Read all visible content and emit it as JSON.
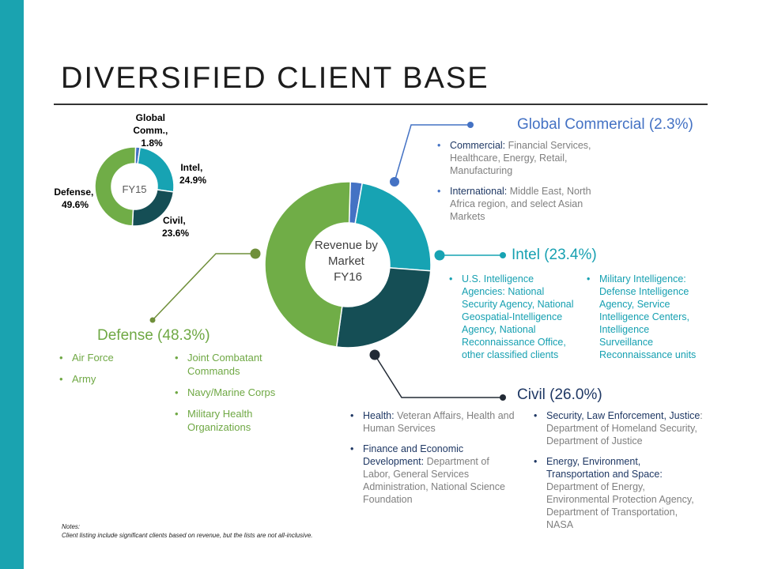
{
  "title": "DIVERSIFIED CLIENT BASE",
  "colors": {
    "accent": "#1aa3b0",
    "defense": "#70ad47",
    "intel": "#17a3b3",
    "civil": "#154e55",
    "global": "#4472c4"
  },
  "chart_data": [
    {
      "type": "pie",
      "center_label": "FY15",
      "categories": [
        "Global Comm.",
        "Intel",
        "Civil",
        "Defense"
      ],
      "values": [
        1.8,
        24.9,
        23.6,
        49.6
      ],
      "labels": [
        [
          "Global",
          "Comm.,",
          "1.8%"
        ],
        [
          "Intel,",
          "24.9%"
        ],
        [
          "Civil,",
          "23.6%"
        ],
        [
          "Defense,",
          "49.6%"
        ]
      ]
    },
    {
      "type": "pie",
      "center_label": [
        "Revenue by",
        "Market",
        "FY16"
      ],
      "categories": [
        "Global Commercial",
        "Intel",
        "Civil",
        "Defense"
      ],
      "values": [
        2.3,
        23.4,
        26.0,
        48.3
      ]
    }
  ],
  "segments": {
    "global": {
      "heading": "Global Commercial (2.3%)",
      "items": [
        {
          "label": "Commercial:",
          "text": " Financial Services, Healthcare, Energy, Retail, Manufacturing"
        },
        {
          "label": "International:",
          "text": " Middle East, North Africa region, and select Asian Markets"
        }
      ]
    },
    "intel": {
      "heading": "Intel (23.4%)",
      "items_left": [
        {
          "label": "U.S. Intelligence Agencies:",
          "text": " National Security Agency, National Geospatial-Intelligence Agency, National Reconnaissance Office, other classified clients"
        }
      ],
      "items_right": [
        {
          "label": "Military Intelligence",
          "text": ": Defense Intelligence Agency, Service Intelligence Centers, Intelligence Surveillance Reconnaissance units"
        }
      ]
    },
    "defense": {
      "heading": "Defense (48.3%)",
      "items_left": [
        "Air Force",
        "Army"
      ],
      "items_right": [
        "Joint Combatant Commands",
        "Navy/Marine Corps",
        "Military Health Organizations"
      ]
    },
    "civil": {
      "heading": "Civil (26.0%)",
      "items_left": [
        {
          "label": "Health:",
          "text": " Veteran Affairs, Health and Human Services"
        },
        {
          "label": "Finance and Economic Development:",
          "text": " Department of Labor, General Services Administration, National Science Foundation"
        }
      ],
      "items_right": [
        {
          "label": "Security, Law Enforcement, Justice",
          "text": ": Department of Homeland Security, Department of Justice"
        },
        {
          "label": "Energy, Environment, Transportation and Space:",
          "text": " Department of Energy, Environmental Protection Agency, Department of Transportation, NASA"
        }
      ]
    }
  },
  "notes": {
    "heading": "Notes:",
    "text": "Client listing include significant clients based on revenue, but the lists are not all-inclusive."
  }
}
